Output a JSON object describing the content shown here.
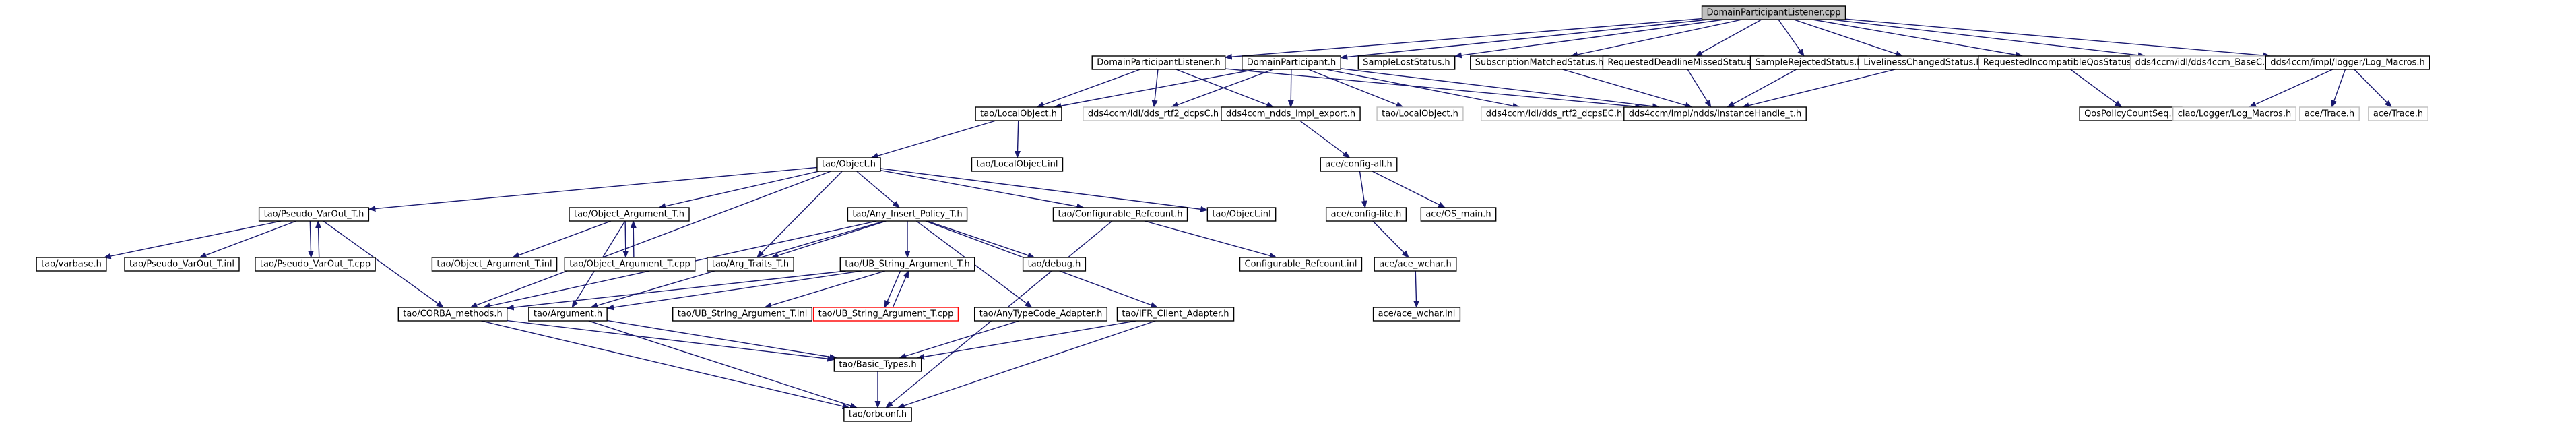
{
  "nodes": [
    {
      "id": "root",
      "label": "DomainParticipantListener.cpp",
      "style": "root"
    },
    {
      "id": "dplh",
      "label": "DomainParticipantListener.h",
      "style": "normal"
    },
    {
      "id": "dph",
      "label": "DomainParticipant.h",
      "style": "normal"
    },
    {
      "id": "sls",
      "label": "SampleLostStatus.h",
      "style": "normal"
    },
    {
      "id": "sms",
      "label": "SubscriptionMatchedStatus.h",
      "style": "normal"
    },
    {
      "id": "rdms",
      "label": "RequestedDeadlineMissedStatus.h",
      "style": "normal"
    },
    {
      "id": "srs",
      "label": "SampleRejectedStatus.h",
      "style": "normal"
    },
    {
      "id": "lcs",
      "label": "LivelinessChangedStatus.h",
      "style": "normal"
    },
    {
      "id": "riqs",
      "label": "RequestedIncompatibleQosStatus.h",
      "style": "normal"
    },
    {
      "id": "basec",
      "label": "dds4ccm/idl/dds4ccm_BaseC.h",
      "style": "grey"
    },
    {
      "id": "logm",
      "label": "dds4ccm/impl/logger/Log_Macros.h",
      "style": "normal"
    },
    {
      "id": "taolo",
      "label": "tao/LocalObject.h",
      "style": "normal"
    },
    {
      "id": "rtf2c",
      "label": "dds4ccm/idl/dds_rtf2_dcpsC.h",
      "style": "grey"
    },
    {
      "id": "ndds",
      "label": "dds4ccm_ndds_impl_export.h",
      "style": "normal"
    },
    {
      "id": "tlo2",
      "label": "tao/LocalObject.h",
      "style": "grey"
    },
    {
      "id": "rtf2ec",
      "label": "dds4ccm/idl/dds_rtf2_dcpsEC.h",
      "style": "grey"
    },
    {
      "id": "ihth",
      "label": "dds4ccm/impl/ndds/InstanceHandle_t.h",
      "style": "normal"
    },
    {
      "id": "qpcs",
      "label": "QosPolicyCountSeq.h",
      "style": "normal"
    },
    {
      "id": "ciaolog",
      "label": "ciao/Logger/Log_Macros.h",
      "style": "grey"
    },
    {
      "id": "acetrace1",
      "label": "ace/Trace.h",
      "style": "grey"
    },
    {
      "id": "acetrace2",
      "label": "ace/Trace.h",
      "style": "grey"
    },
    {
      "id": "taoobj",
      "label": "tao/Object.h",
      "style": "normal"
    },
    {
      "id": "taoloinl",
      "label": "tao/LocalObject.inl",
      "style": "normal"
    },
    {
      "id": "acecfgall",
      "label": "ace/config-all.h",
      "style": "normal"
    },
    {
      "id": "pvo",
      "label": "tao/Pseudo_VarOut_T.h",
      "style": "normal"
    },
    {
      "id": "oat",
      "label": "tao/Object_Argument_T.h",
      "style": "normal"
    },
    {
      "id": "aip",
      "label": "tao/Any_Insert_Policy_T.h",
      "style": "normal"
    },
    {
      "id": "cref",
      "label": "tao/Configurable_Refcount.h",
      "style": "normal"
    },
    {
      "id": "oinl",
      "label": "tao/Object.inl",
      "style": "normal"
    },
    {
      "id": "acecfglite",
      "label": "ace/config-lite.h",
      "style": "normal"
    },
    {
      "id": "osmain",
      "label": "ace/OS_main.h",
      "style": "normal"
    },
    {
      "id": "varbase",
      "label": "tao/varbase.h",
      "style": "normal"
    },
    {
      "id": "pvoinl",
      "label": "tao/Pseudo_VarOut_T.inl",
      "style": "normal"
    },
    {
      "id": "pvocpp",
      "label": "tao/Pseudo_VarOut_T.cpp",
      "style": "normal"
    },
    {
      "id": "oatinl",
      "label": "tao/Object_Argument_T.inl",
      "style": "normal"
    },
    {
      "id": "oatcpp",
      "label": "tao/Object_Argument_T.cpp",
      "style": "normal"
    },
    {
      "id": "argtraits",
      "label": "tao/Arg_Traits_T.h",
      "style": "normal"
    },
    {
      "id": "ubs",
      "label": "tao/UB_String_Argument_T.h",
      "style": "normal"
    },
    {
      "id": "debug",
      "label": "tao/debug.h",
      "style": "normal"
    },
    {
      "id": "crefinl",
      "label": "Configurable_Refcount.inl",
      "style": "normal"
    },
    {
      "id": "acewchar",
      "label": "ace/ace_wchar.h",
      "style": "normal"
    },
    {
      "id": "corbam",
      "label": "tao/CORBA_methods.h",
      "style": "normal"
    },
    {
      "id": "argh",
      "label": "tao/Argument.h",
      "style": "normal"
    },
    {
      "id": "ubsinl",
      "label": "tao/UB_String_Argument_T.inl",
      "style": "normal"
    },
    {
      "id": "ubscpp",
      "label": "tao/UB_String_Argument_T.cpp",
      "style": "red"
    },
    {
      "id": "anytc",
      "label": "tao/AnyTypeCode_Adapter.h",
      "style": "normal"
    },
    {
      "id": "ifr",
      "label": "tao/IFR_Client_Adapter.h",
      "style": "normal"
    },
    {
      "id": "acewcharinl",
      "label": "ace/ace_wchar.inl",
      "style": "normal"
    },
    {
      "id": "basic",
      "label": "tao/Basic_Types.h",
      "style": "normal"
    },
    {
      "id": "orbconf",
      "label": "tao/orbconf.h",
      "style": "normal"
    }
  ],
  "edges": [
    [
      "root",
      "dplh"
    ],
    [
      "root",
      "dph"
    ],
    [
      "root",
      "sls"
    ],
    [
      "root",
      "sms"
    ],
    [
      "root",
      "rdms"
    ],
    [
      "root",
      "srs"
    ],
    [
      "root",
      "lcs"
    ],
    [
      "root",
      "riqs"
    ],
    [
      "root",
      "basec"
    ],
    [
      "root",
      "logm"
    ],
    [
      "dplh",
      "taolo"
    ],
    [
      "dplh",
      "rtf2c"
    ],
    [
      "dplh",
      "ndds"
    ],
    [
      "dplh",
      "ihth"
    ],
    [
      "dph",
      "taolo"
    ],
    [
      "dph",
      "rtf2c"
    ],
    [
      "dph",
      "ndds"
    ],
    [
      "dph",
      "tlo2"
    ],
    [
      "dph",
      "rtf2ec"
    ],
    [
      "dph",
      "ihth"
    ],
    [
      "sms",
      "ihth"
    ],
    [
      "rdms",
      "ihth"
    ],
    [
      "srs",
      "ihth"
    ],
    [
      "lcs",
      "ihth"
    ],
    [
      "riqs",
      "qpcs"
    ],
    [
      "logm",
      "ciaolog"
    ],
    [
      "logm",
      "acetrace1"
    ],
    [
      "logm",
      "acetrace2"
    ],
    [
      "taolo",
      "taoobj"
    ],
    [
      "taolo",
      "taoloinl"
    ],
    [
      "ndds",
      "acecfgall"
    ],
    [
      "taoobj",
      "pvo"
    ],
    [
      "taoobj",
      "oat"
    ],
    [
      "taoobj",
      "aip"
    ],
    [
      "taoobj",
      "cref"
    ],
    [
      "taoobj",
      "oinl"
    ],
    [
      "taoobj",
      "argtraits"
    ],
    [
      "taoobj",
      "corbam"
    ],
    [
      "acecfgall",
      "acecfglite"
    ],
    [
      "acecfgall",
      "osmain"
    ],
    [
      "pvo",
      "varbase"
    ],
    [
      "pvo",
      "pvoinl"
    ],
    [
      "pvo",
      "pvocpp"
    ],
    [
      "pvocpp",
      "pvo"
    ],
    [
      "pvo",
      "corbam"
    ],
    [
      "oat",
      "oatinl"
    ],
    [
      "oat",
      "oatcpp"
    ],
    [
      "oatcpp",
      "oat"
    ],
    [
      "oat",
      "argh"
    ],
    [
      "aip",
      "argtraits"
    ],
    [
      "aip",
      "ubs"
    ],
    [
      "aip",
      "debug"
    ],
    [
      "aip",
      "anytc"
    ],
    [
      "aip",
      "ifr"
    ],
    [
      "aip",
      "argh"
    ],
    [
      "aip",
      "corbam"
    ],
    [
      "cref",
      "crefinl"
    ],
    [
      "cref",
      "orbconf"
    ],
    [
      "acecfglite",
      "acewchar"
    ],
    [
      "acewchar",
      "acewcharinl"
    ],
    [
      "ubs",
      "argh"
    ],
    [
      "ubs",
      "ubsinl"
    ],
    [
      "ubs",
      "ubscpp"
    ],
    [
      "ubscpp",
      "ubs"
    ],
    [
      "ubs",
      "corbam"
    ],
    [
      "corbam",
      "basic"
    ],
    [
      "corbam",
      "orbconf"
    ],
    [
      "argh",
      "basic"
    ],
    [
      "argh",
      "orbconf"
    ],
    [
      "anytc",
      "basic"
    ],
    [
      "ifr",
      "basic"
    ],
    [
      "ifr",
      "orbconf"
    ],
    [
      "basic",
      "orbconf"
    ]
  ]
}
